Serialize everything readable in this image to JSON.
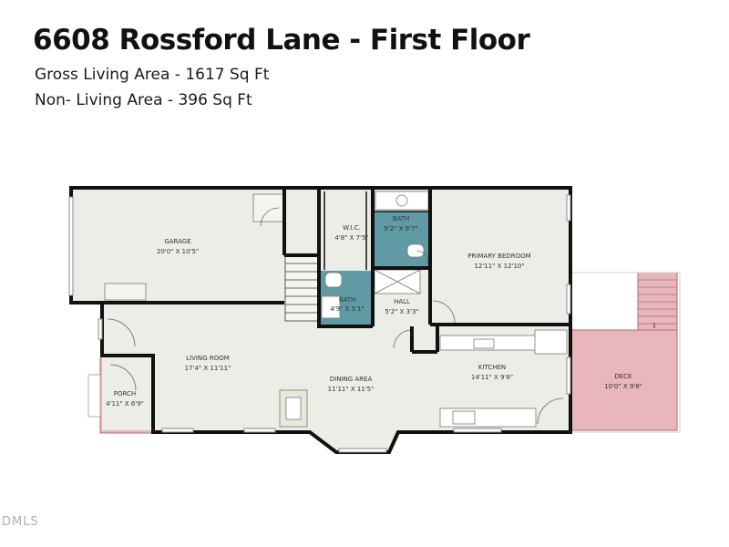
{
  "header": {
    "title": "6608 Rossford Lane - First Floor",
    "gross_area": "Gross Living Area - 1617 Sq Ft",
    "non_living_area": "Non- Living Area - 396 Sq Ft"
  },
  "rooms": {
    "garage": {
      "name": "GARAGE",
      "dims": "20'0\" X 10'5\""
    },
    "wic": {
      "name": "W.I.C.",
      "dims": "4'8\" X 7'5\""
    },
    "bath_upper": {
      "name": "BATH",
      "dims": "5'2\" X 9'7\""
    },
    "primary_bedroom": {
      "name": "PRIMARY BEDROOM",
      "dims": "12'11\" X 12'10\""
    },
    "bath_lower": {
      "name": "BATH",
      "dims": "4'9\" X 5'1\""
    },
    "hall": {
      "name": "HALL",
      "dims": "5'2\" X 3'3\""
    },
    "living_room": {
      "name": "LIVING ROOM",
      "dims": "17'4\" X 11'11\""
    },
    "dining_area": {
      "name": "DINING AREA",
      "dims": "11'11\" X 11'5\""
    },
    "kitchen": {
      "name": "KITCHEN",
      "dims": "14'11\" X 9'6\""
    },
    "porch": {
      "name": "PORCH",
      "dims": "4'11\" X 6'9\""
    },
    "deck": {
      "name": "DECK",
      "dims": "10'0\" X 9'8\""
    }
  },
  "watermark": "DMLS",
  "colors": {
    "floor": "#ecede6",
    "wall": "#111111",
    "bath": "#5f9aa5",
    "outdoor": "#e8b6bd",
    "outdoor_stroke": "#b56b74",
    "fixture": "#ffffff"
  }
}
